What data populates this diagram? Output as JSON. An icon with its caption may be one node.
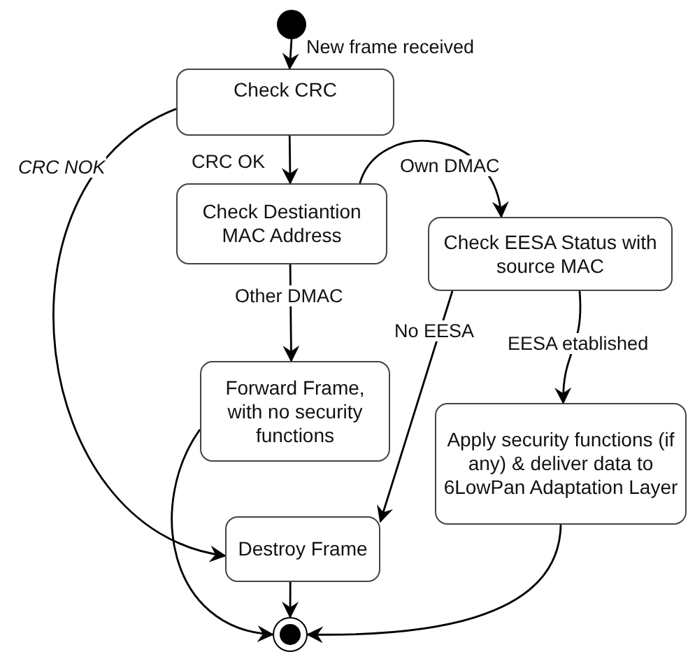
{
  "diagram": {
    "nodes": [
      {
        "text": [],
        "shape": "circle"
      },
      {
        "text": [
          "Check CRC"
        ]
      },
      {
        "text": [
          "Check Destiantion MAC Address"
        ]
      },
      {
        "text": [
          "Check EESA Status with source MAC"
        ]
      },
      {
        "text": [
          "Forward Frame, with no security functions"
        ]
      },
      {
        "text": [
          "Apply security functions (if any) & deliver data to 6LowPan Adaptation Layer"
        ]
      },
      {
        "text": [
          "Destroy Frame"
        ]
      },
      {
        "text": [],
        "shape": "bullseye"
      }
    ],
    "edges": [
      {
        "from": 0,
        "to": 1,
        "arrow": "to",
        "label": "New frame received"
      },
      {
        "from": 1,
        "to": 2,
        "arrow": "to",
        "label": "CRC OK"
      },
      {
        "from": 1,
        "to": 6,
        "arrow": "to",
        "label": "CRC NOK"
      },
      {
        "from": 2,
        "to": 3,
        "arrow": "to",
        "label": "Own DMAC"
      },
      {
        "from": 2,
        "to": 4,
        "arrow": "to",
        "label": "Other DMAC"
      },
      {
        "from": 3,
        "to": 6,
        "arrow": "to",
        "label": "No EESA"
      },
      {
        "from": 3,
        "to": 5,
        "arrow": "to",
        "label": "EESA etablished"
      },
      {
        "from": 4,
        "to": 7,
        "arrow": "to"
      },
      {
        "from": 6,
        "to": 7,
        "arrow": "to"
      },
      {
        "from": 5,
        "to": 7,
        "arrow": "to"
      }
    ]
  }
}
